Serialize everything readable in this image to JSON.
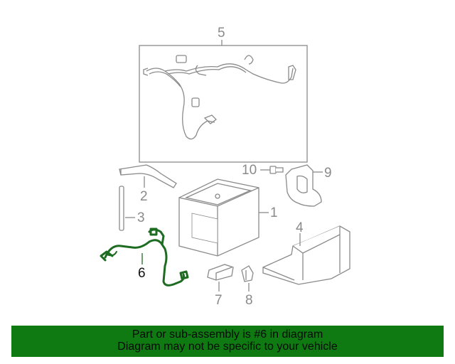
{
  "diagram": {
    "callouts": {
      "c1": "1",
      "c2": "2",
      "c3": "3",
      "c4": "4",
      "c5": "5",
      "c6": "6",
      "c7": "7",
      "c8": "8",
      "c9": "9",
      "c10": "10"
    },
    "highlighted_part": "6",
    "highlight_color": "#1e6b22",
    "part_color": "#9a9a9a"
  },
  "banner": {
    "line1": "Part or sub-assembly is #6 in diagram",
    "line2": "Diagram may not be specific to your vehicle",
    "background": "#0f7a12"
  }
}
